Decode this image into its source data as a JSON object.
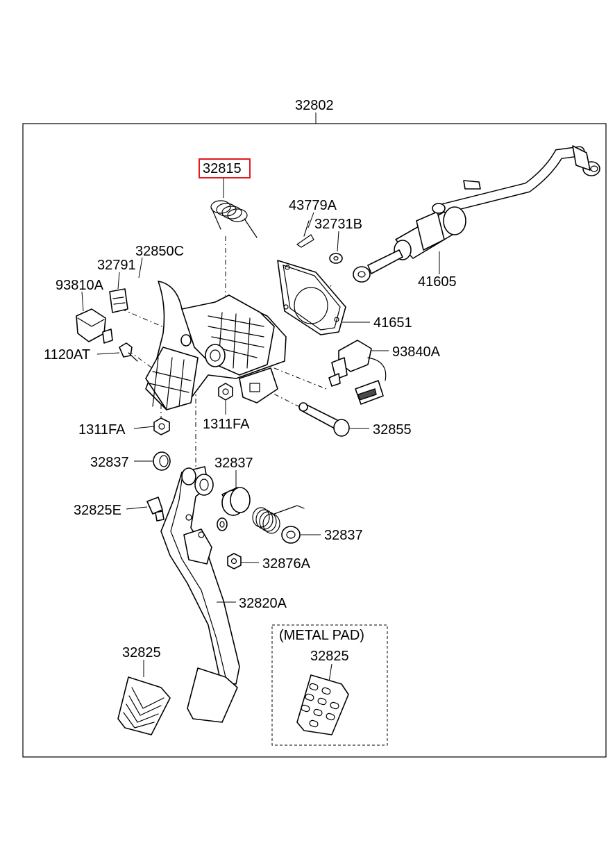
{
  "assembly": {
    "number": "32802"
  },
  "highlight": {
    "part": "32815",
    "color": "#e0191f"
  },
  "metal_pad_box": {
    "title": "(METAL PAD)",
    "part": "32825"
  },
  "labels": {
    "p32815": "32815",
    "p43779A": "43779A",
    "p32731B": "32731B",
    "p41605": "41605",
    "p32850C": "32850C",
    "p32791": "32791",
    "p93810A": "93810A",
    "p41651": "41651",
    "p93840A": "93840A",
    "p1120AT": "1120AT",
    "p1311FA_left": "1311FA",
    "p1311FA_mid": "1311FA",
    "p32855": "32855",
    "p32837_left": "32837",
    "p32837_mid": "32837",
    "p32837_right": "32837",
    "p32825E": "32825E",
    "p32876A": "32876A",
    "p32820A": "32820A",
    "p32825_pad": "32825"
  },
  "icons": {
    "spring": "torsion-spring-icon",
    "pedal": "clutch-pedal-icon",
    "cylinder": "master-cylinder-icon"
  }
}
